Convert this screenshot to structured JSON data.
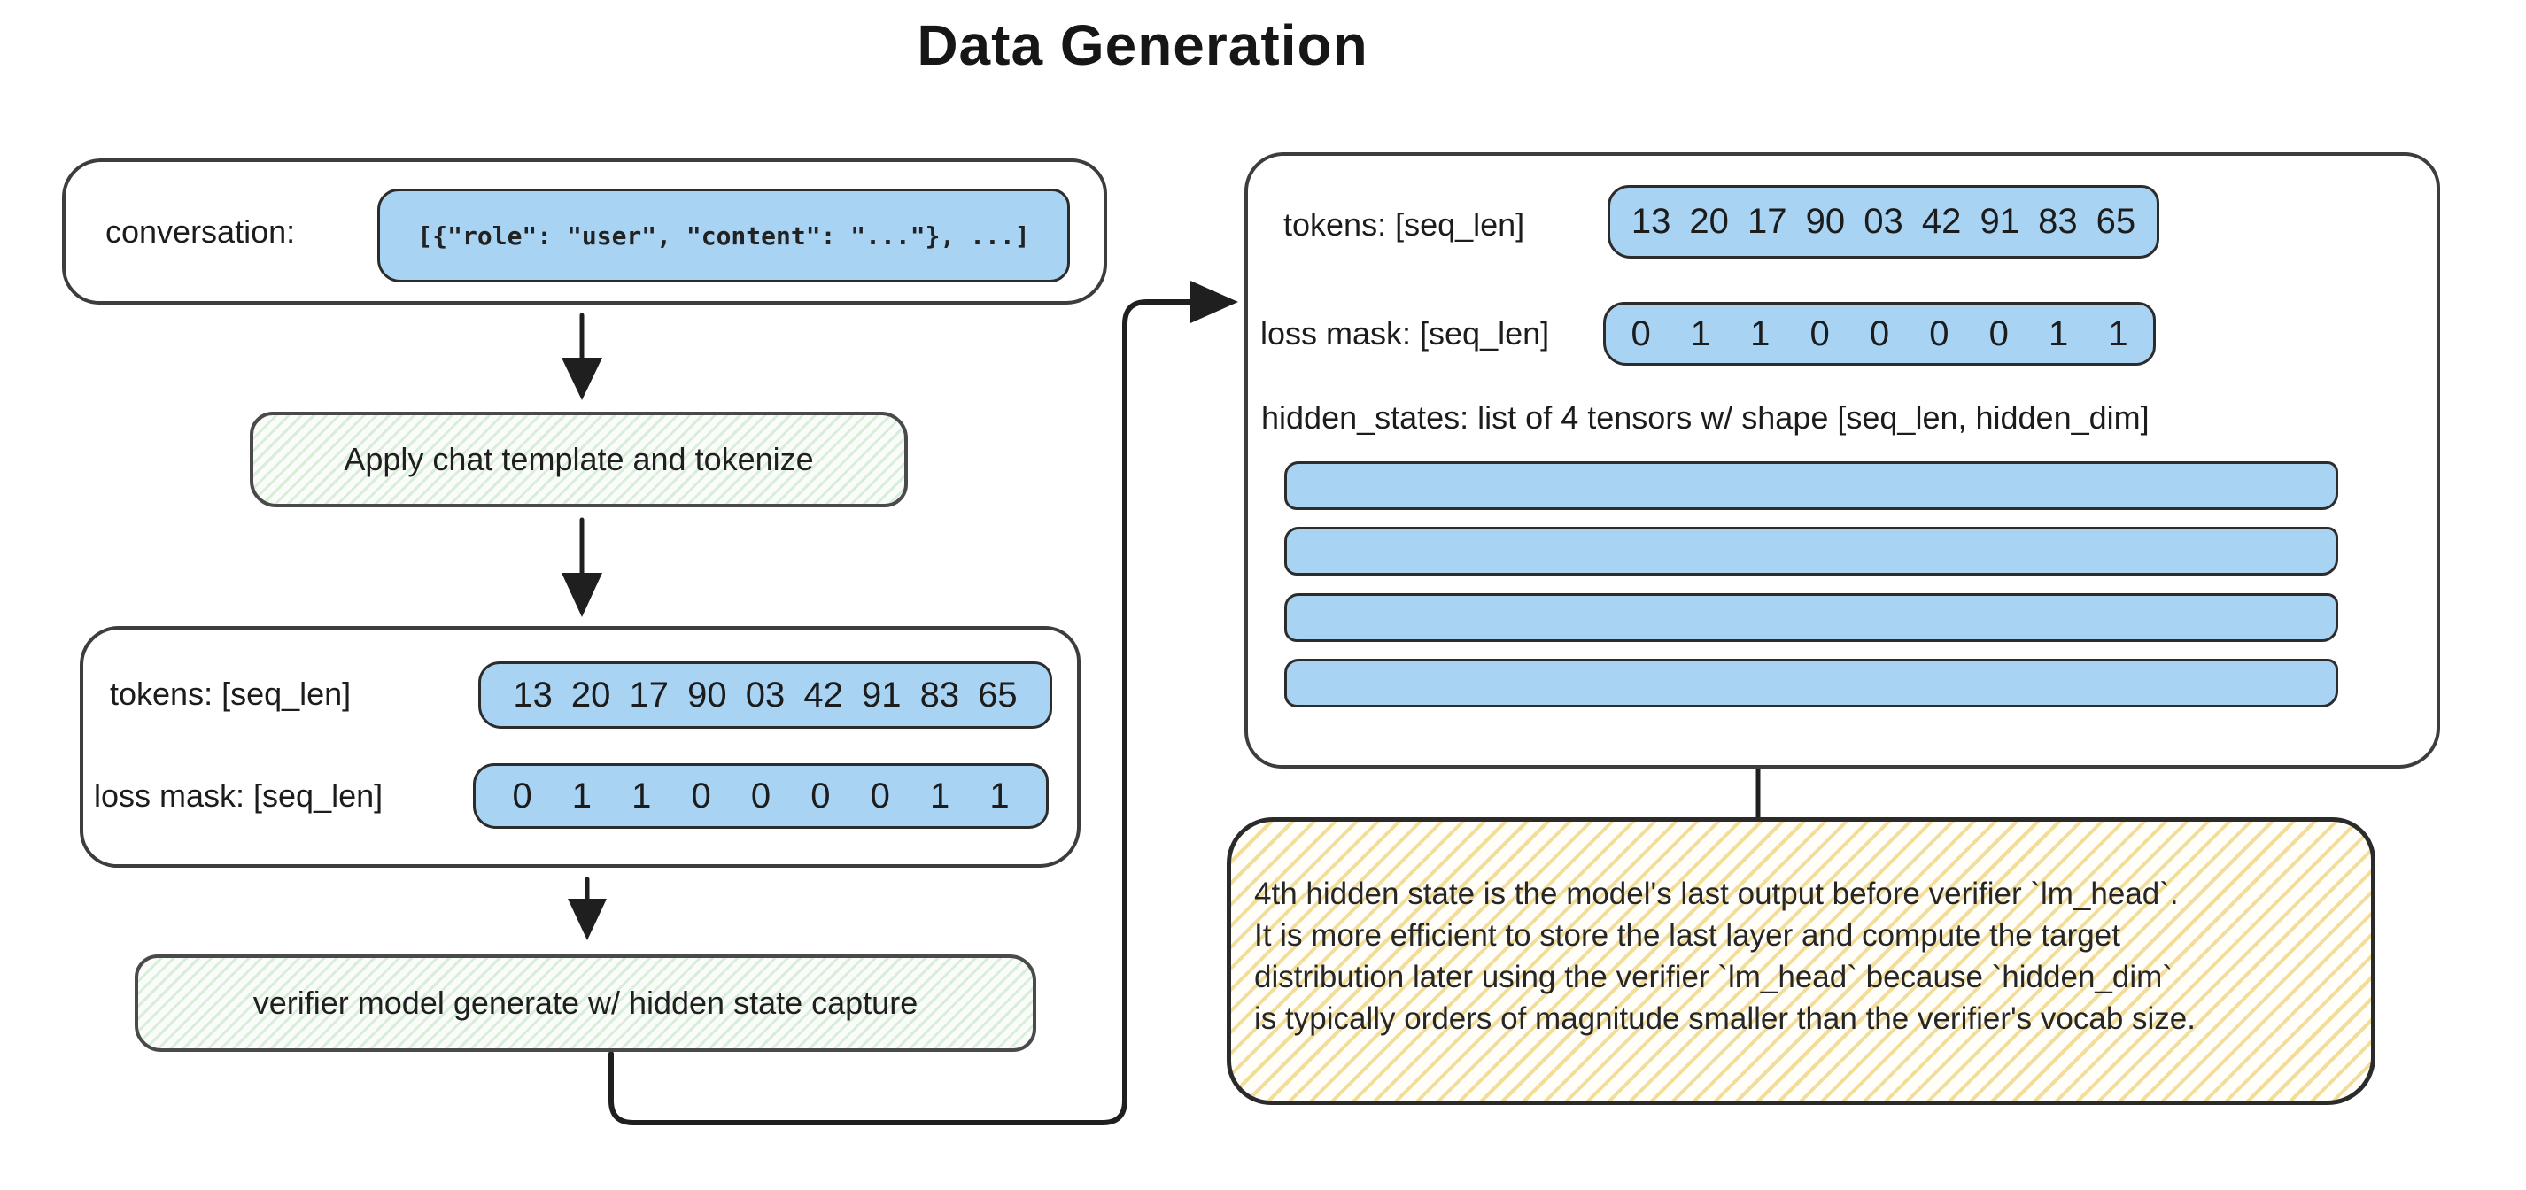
{
  "title": "Data Generation",
  "palette": {
    "ink": "#1f1f1f",
    "box_border": "#3d3d3d",
    "blue_fill": "#a8d3f3",
    "green_stripe": "#d8eed8",
    "yellow_stripe": "#f3dd9b"
  },
  "pipeline": {
    "conversation_label": "conversation:",
    "conversation_value": "[{\"role\": \"user\", \"content\": \"...\"}, ...]",
    "step_tokenize": "Apply chat template and tokenize",
    "tokenized": {
      "tokens_label": "tokens: [seq_len]",
      "tokens": [
        "13",
        "20",
        "17",
        "90",
        "03",
        "42",
        "91",
        "83",
        "65"
      ],
      "loss_mask_label": "loss mask: [seq_len]",
      "loss_mask": [
        "0",
        "1",
        "1",
        "0",
        "0",
        "0",
        "0",
        "1",
        "1"
      ]
    },
    "step_generate": "verifier model generate w/ hidden state capture"
  },
  "output": {
    "tokens_label": "tokens: [seq_len]",
    "tokens": [
      "13",
      "20",
      "17",
      "90",
      "03",
      "42",
      "91",
      "83",
      "65"
    ],
    "loss_mask_label": "loss mask: [seq_len]",
    "loss_mask": [
      "0",
      "1",
      "1",
      "0",
      "0",
      "0",
      "0",
      "1",
      "1"
    ],
    "hidden_states_label": "hidden_states: list of 4 tensors w/ shape [seq_len, hidden_dim]",
    "hidden_states_count": 4
  },
  "note": {
    "lines": [
      "4th hidden state is the model's last output before verifier `lm_head`.",
      "It is more efficient to store the last layer and compute the target",
      "distribution later using the verifier `lm_head` because `hidden_dim`",
      "is typically orders of magnitude smaller than the verifier's vocab size."
    ]
  }
}
